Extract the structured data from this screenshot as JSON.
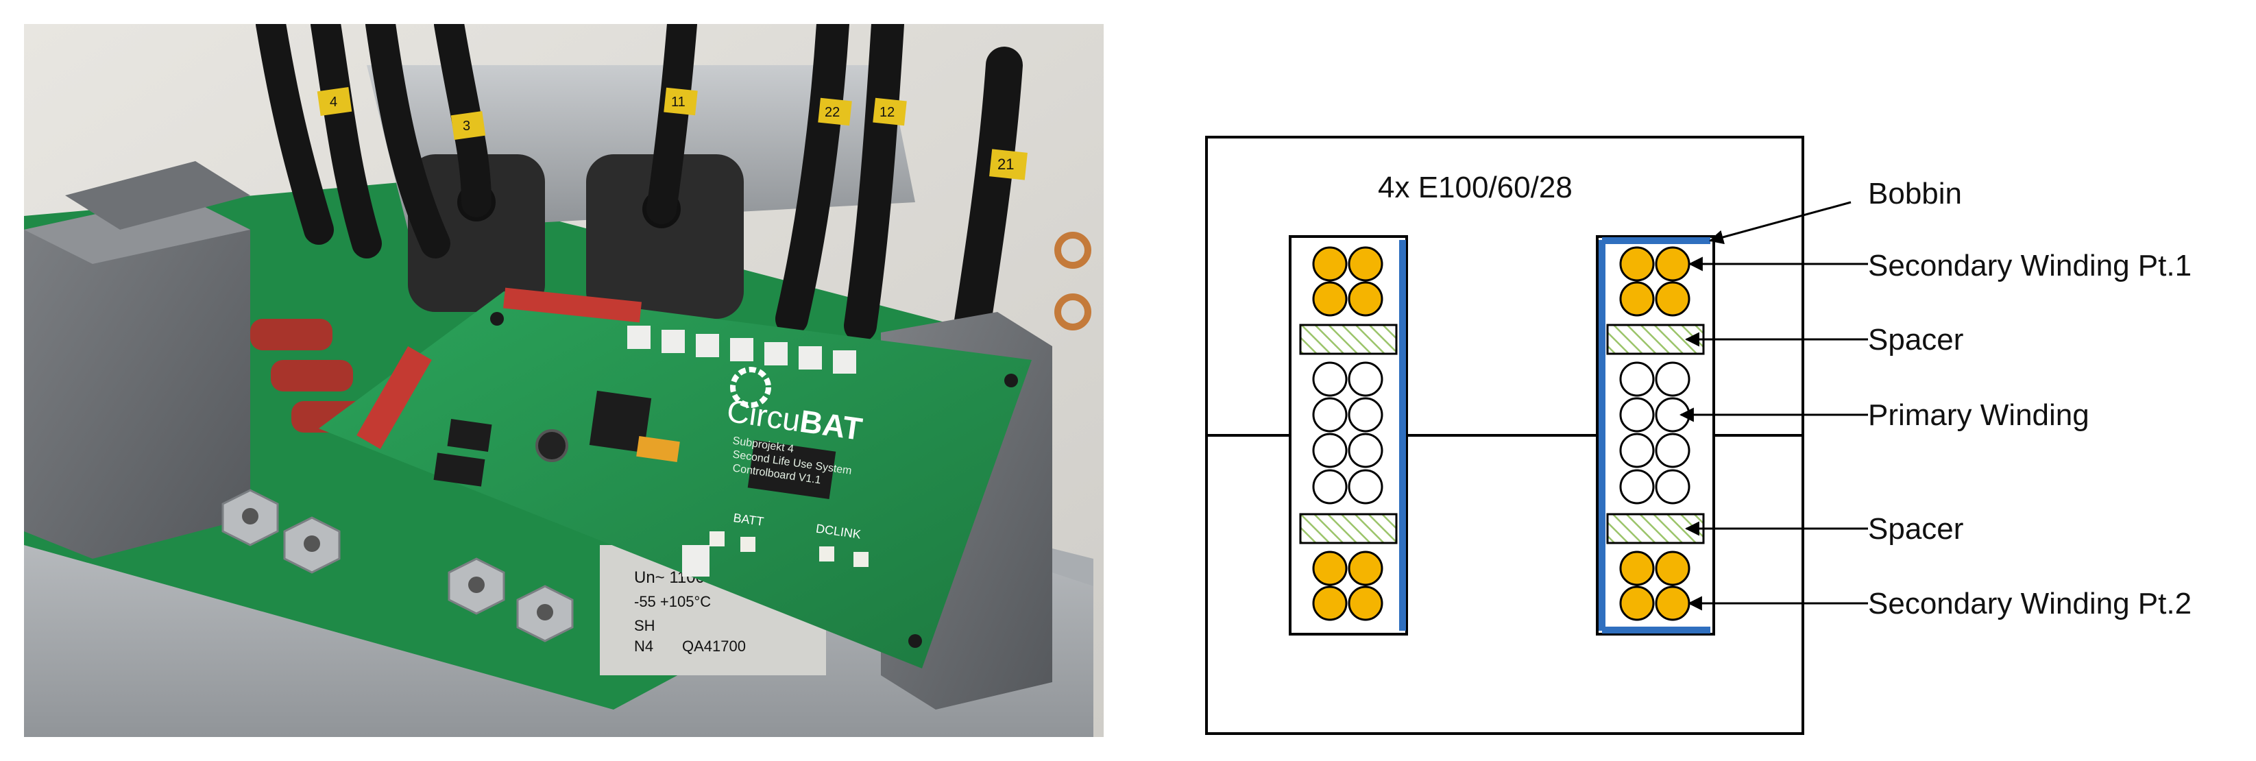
{
  "photo": {
    "board_logo": {
      "prefix": "Circu",
      "suffix": "BAT"
    },
    "board_silkscreen": [
      "Subprojekt 4",
      "Second Life Use System",
      "Controlboard V1.1"
    ],
    "connector_labels": {
      "batt": "BATT",
      "dclink": "DCLINK"
    },
    "cable_tags": [
      "4",
      "3",
      "11",
      "22",
      "12",
      "21"
    ],
    "capacitor_text": [
      "Un~ 1100V~",
      "-55 +105°C",
      "SH",
      "N4",
      "QA41700"
    ]
  },
  "diagram": {
    "core_label": "4x E100/60/28",
    "callouts": {
      "bobbin": "Bobbin",
      "secondary_1": "Secondary Winding Pt.1",
      "spacer_top": "Spacer",
      "primary": "Primary Winding",
      "spacer_bottom": "Spacer",
      "secondary_2": "Secondary Winding Pt.2"
    },
    "colors": {
      "secondary_fill": "#f5b400",
      "bobbin": "#2f6fbf",
      "spacer_hatch": "#9bc46a"
    }
  }
}
